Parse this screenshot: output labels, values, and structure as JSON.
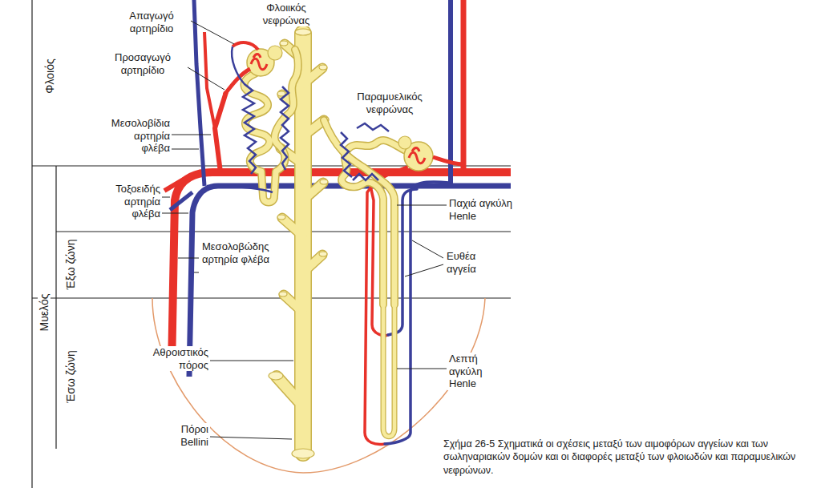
{
  "diagram": {
    "caption": "Σχήμα 26-5 Σχηματικά οι σχέσεις μεταξύ των αιμοφόρων αγγείων και των σωληναριακών δομών και οι διαφορές μεταξύ των φλοιωδών και παραμυελικών νεφρώνων.",
    "labels": [
      "Απαγωγό αρτηρίδιο",
      "Προσαγωγό αρτηρίδιο",
      "Φλοιικός νεφρώνας",
      "Μεσολοβίδια αρτηρία φλέβα",
      "Τοξοειδής αρτηρία φλέβα",
      "Μεσολοβώδης αρτηρία φλέβα",
      "Αθροιστικός πόρος",
      "Πόροι Bellini",
      "Παραμυελικός νεφρώνας",
      "Παχιά αγκύλη Henle",
      "Ευθέα αγγεία",
      "Λεπτή αγκύλη Henle",
      "Φλοιός",
      "Έξω ζώνη",
      "Μυελός",
      "Έσω ζώνη"
    ]
  }
}
